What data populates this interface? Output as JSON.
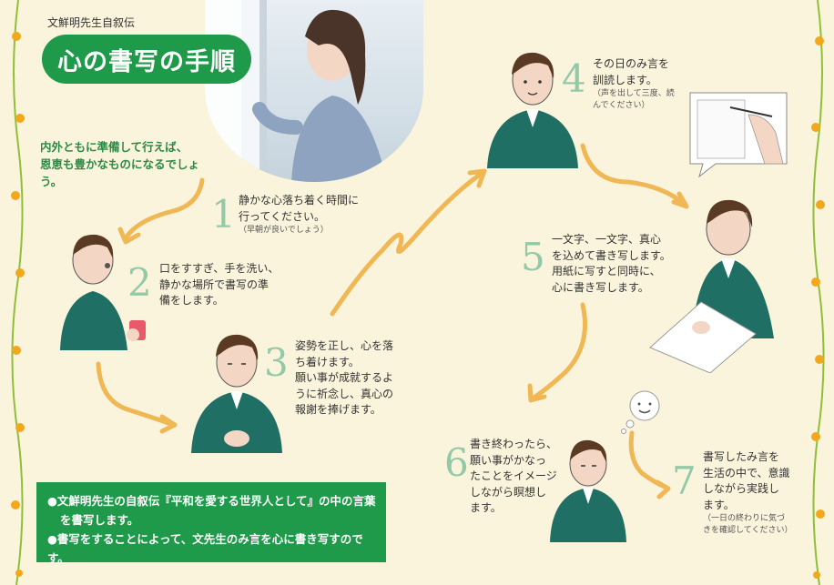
{
  "header": {
    "pre_title": "文鮮明先生自叙伝",
    "title": "心の書写の手順"
  },
  "intro": {
    "line1": "内外ともに準備して行えば、",
    "line2": "恩恵も豊かなものになるでしょう。"
  },
  "steps": [
    {
      "num": "1",
      "lines": [
        "静かな心落ち着く時間に",
        "行ってください。"
      ],
      "note": "（早朝が良いでしょう）"
    },
    {
      "num": "2",
      "lines": [
        "口をすすぎ、手を洗い、",
        "静かな場所で書写の準",
        "備をします。"
      ],
      "note": ""
    },
    {
      "num": "3",
      "lines": [
        "姿勢を正し、心を落",
        "ち着けます。",
        "願い事が成就するよ",
        "うに祈念し、真心の",
        "報謝を捧げます。"
      ],
      "note": ""
    },
    {
      "num": "4",
      "lines": [
        "その日のみ言を",
        "訓読します。"
      ],
      "note": "（声を出して三度、読",
      "note2": "んでください）"
    },
    {
      "num": "5",
      "lines": [
        "一文字、一文字、真心",
        "を込めて書き写します。",
        "用紙に写すと同時に、",
        "心に書き写します。"
      ],
      "note": ""
    },
    {
      "num": "6",
      "lines": [
        "書き終わったら、",
        "願い事がかなっ",
        "たことをイメージ",
        "しながら瞑想し",
        "ます。"
      ],
      "note": ""
    },
    {
      "num": "7",
      "lines": [
        "書写したみ言を",
        "生活の中で、意識",
        "しながら実践し",
        "ます。"
      ],
      "note": "（一日の終わりに気づ",
      "note2": "きを確認してください）"
    }
  ],
  "info_box": {
    "line1": "●文鮮明先生の自叙伝『平和を愛する世界人として』の中の言葉",
    "line2": "を書写します。",
    "line3": "●書写をすることによって、文先生のみ言を心に書き写すのです。"
  },
  "colors": {
    "background": "#fbf4dc",
    "accent_green": "#1e9a4a",
    "number_green": "#94c9a8",
    "arrow_orange": "#f0b755",
    "jacket_teal": "#1f6f64"
  }
}
